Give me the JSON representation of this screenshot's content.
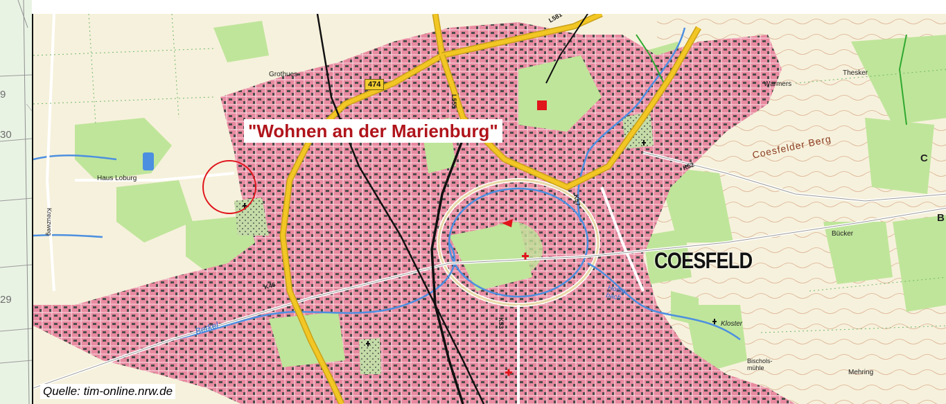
{
  "headline": "\"Wohnen an der Marienburg\"",
  "source": "Quelle: tim-online.nrw.de",
  "town": "COESFELD",
  "road_shield": "474",
  "left_numbers": [
    "9",
    "30",
    "29"
  ],
  "place_labels": {
    "grothues": "Grothues",
    "haus_loburg": "Haus Loburg",
    "warmers": "Warmers",
    "thesker": "Thesker",
    "coesfelder_berg": "Coesfelder Berg",
    "buecker": "Bücker",
    "kloster": "Kloster",
    "bischoltsmuehle": "Bischols-\nmühle",
    "mehring": "Mehring",
    "berkel": "Berkel",
    "honigbach": "Honig-\nbach",
    "k46": "K46",
    "k52": "K52",
    "k53": "K53",
    "k57": "K57",
    "l581": "L581",
    "l555": "L555",
    "kreuzweg": "Kreuzweg",
    "c": "C",
    "b": "B"
  },
  "colors": {
    "urban": "#e88aa0",
    "buildings": "#4d4d4d",
    "forest": "#bfe59a",
    "meadow": "#f6f1dc",
    "water": "#4c8fe0",
    "highway": "#f2c624",
    "highway_outline": "#c9a118",
    "rail": "#111111",
    "circle_marker": "#e0141b",
    "headline_text": "#b0141b"
  }
}
